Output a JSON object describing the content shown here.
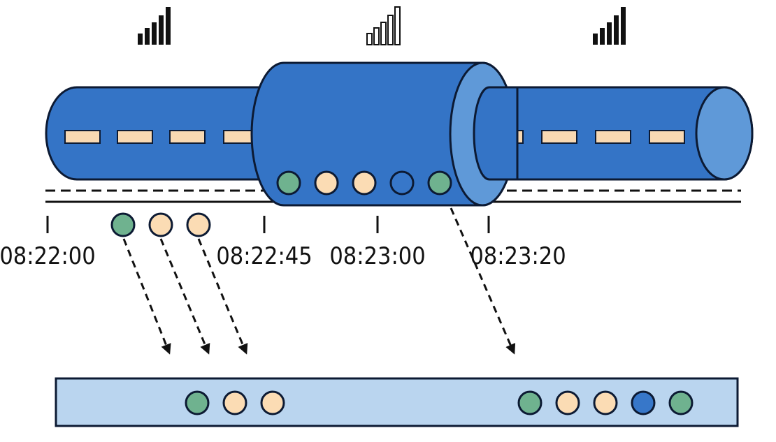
{
  "timeline": {
    "ticks": [
      {
        "label": "08:22:00"
      },
      {
        "label": "08:22:45"
      },
      {
        "label": "08:23:00"
      },
      {
        "label": "08:23:20"
      }
    ]
  },
  "signal_indicators": [
    {
      "name": "signal-strong-left",
      "strength": "full"
    },
    {
      "name": "signal-weak-middle",
      "strength": "empty"
    },
    {
      "name": "signal-strong-right",
      "strength": "full"
    }
  ],
  "events": {
    "emitted_during_connectivity": [
      "green",
      "peach",
      "peach"
    ],
    "buffered_during_disconnection": [
      "green",
      "peach",
      "peach",
      "blue",
      "green"
    ]
  },
  "output_stream": {
    "group_on_time": [
      "green",
      "peach",
      "peach"
    ],
    "group_late": [
      "green",
      "peach",
      "peach",
      "blue",
      "green"
    ]
  },
  "colors": {
    "pipe_blue": "#3474c6",
    "pipe_cap": "#5f99d8",
    "pipe_outline": "#0c1a33",
    "dash_fill": "#f8d9b3",
    "event_green": "#6fb28f",
    "event_peach": "#fbdcb4",
    "event_blue": "#3777c9",
    "output_bar": "#bad5ef"
  }
}
